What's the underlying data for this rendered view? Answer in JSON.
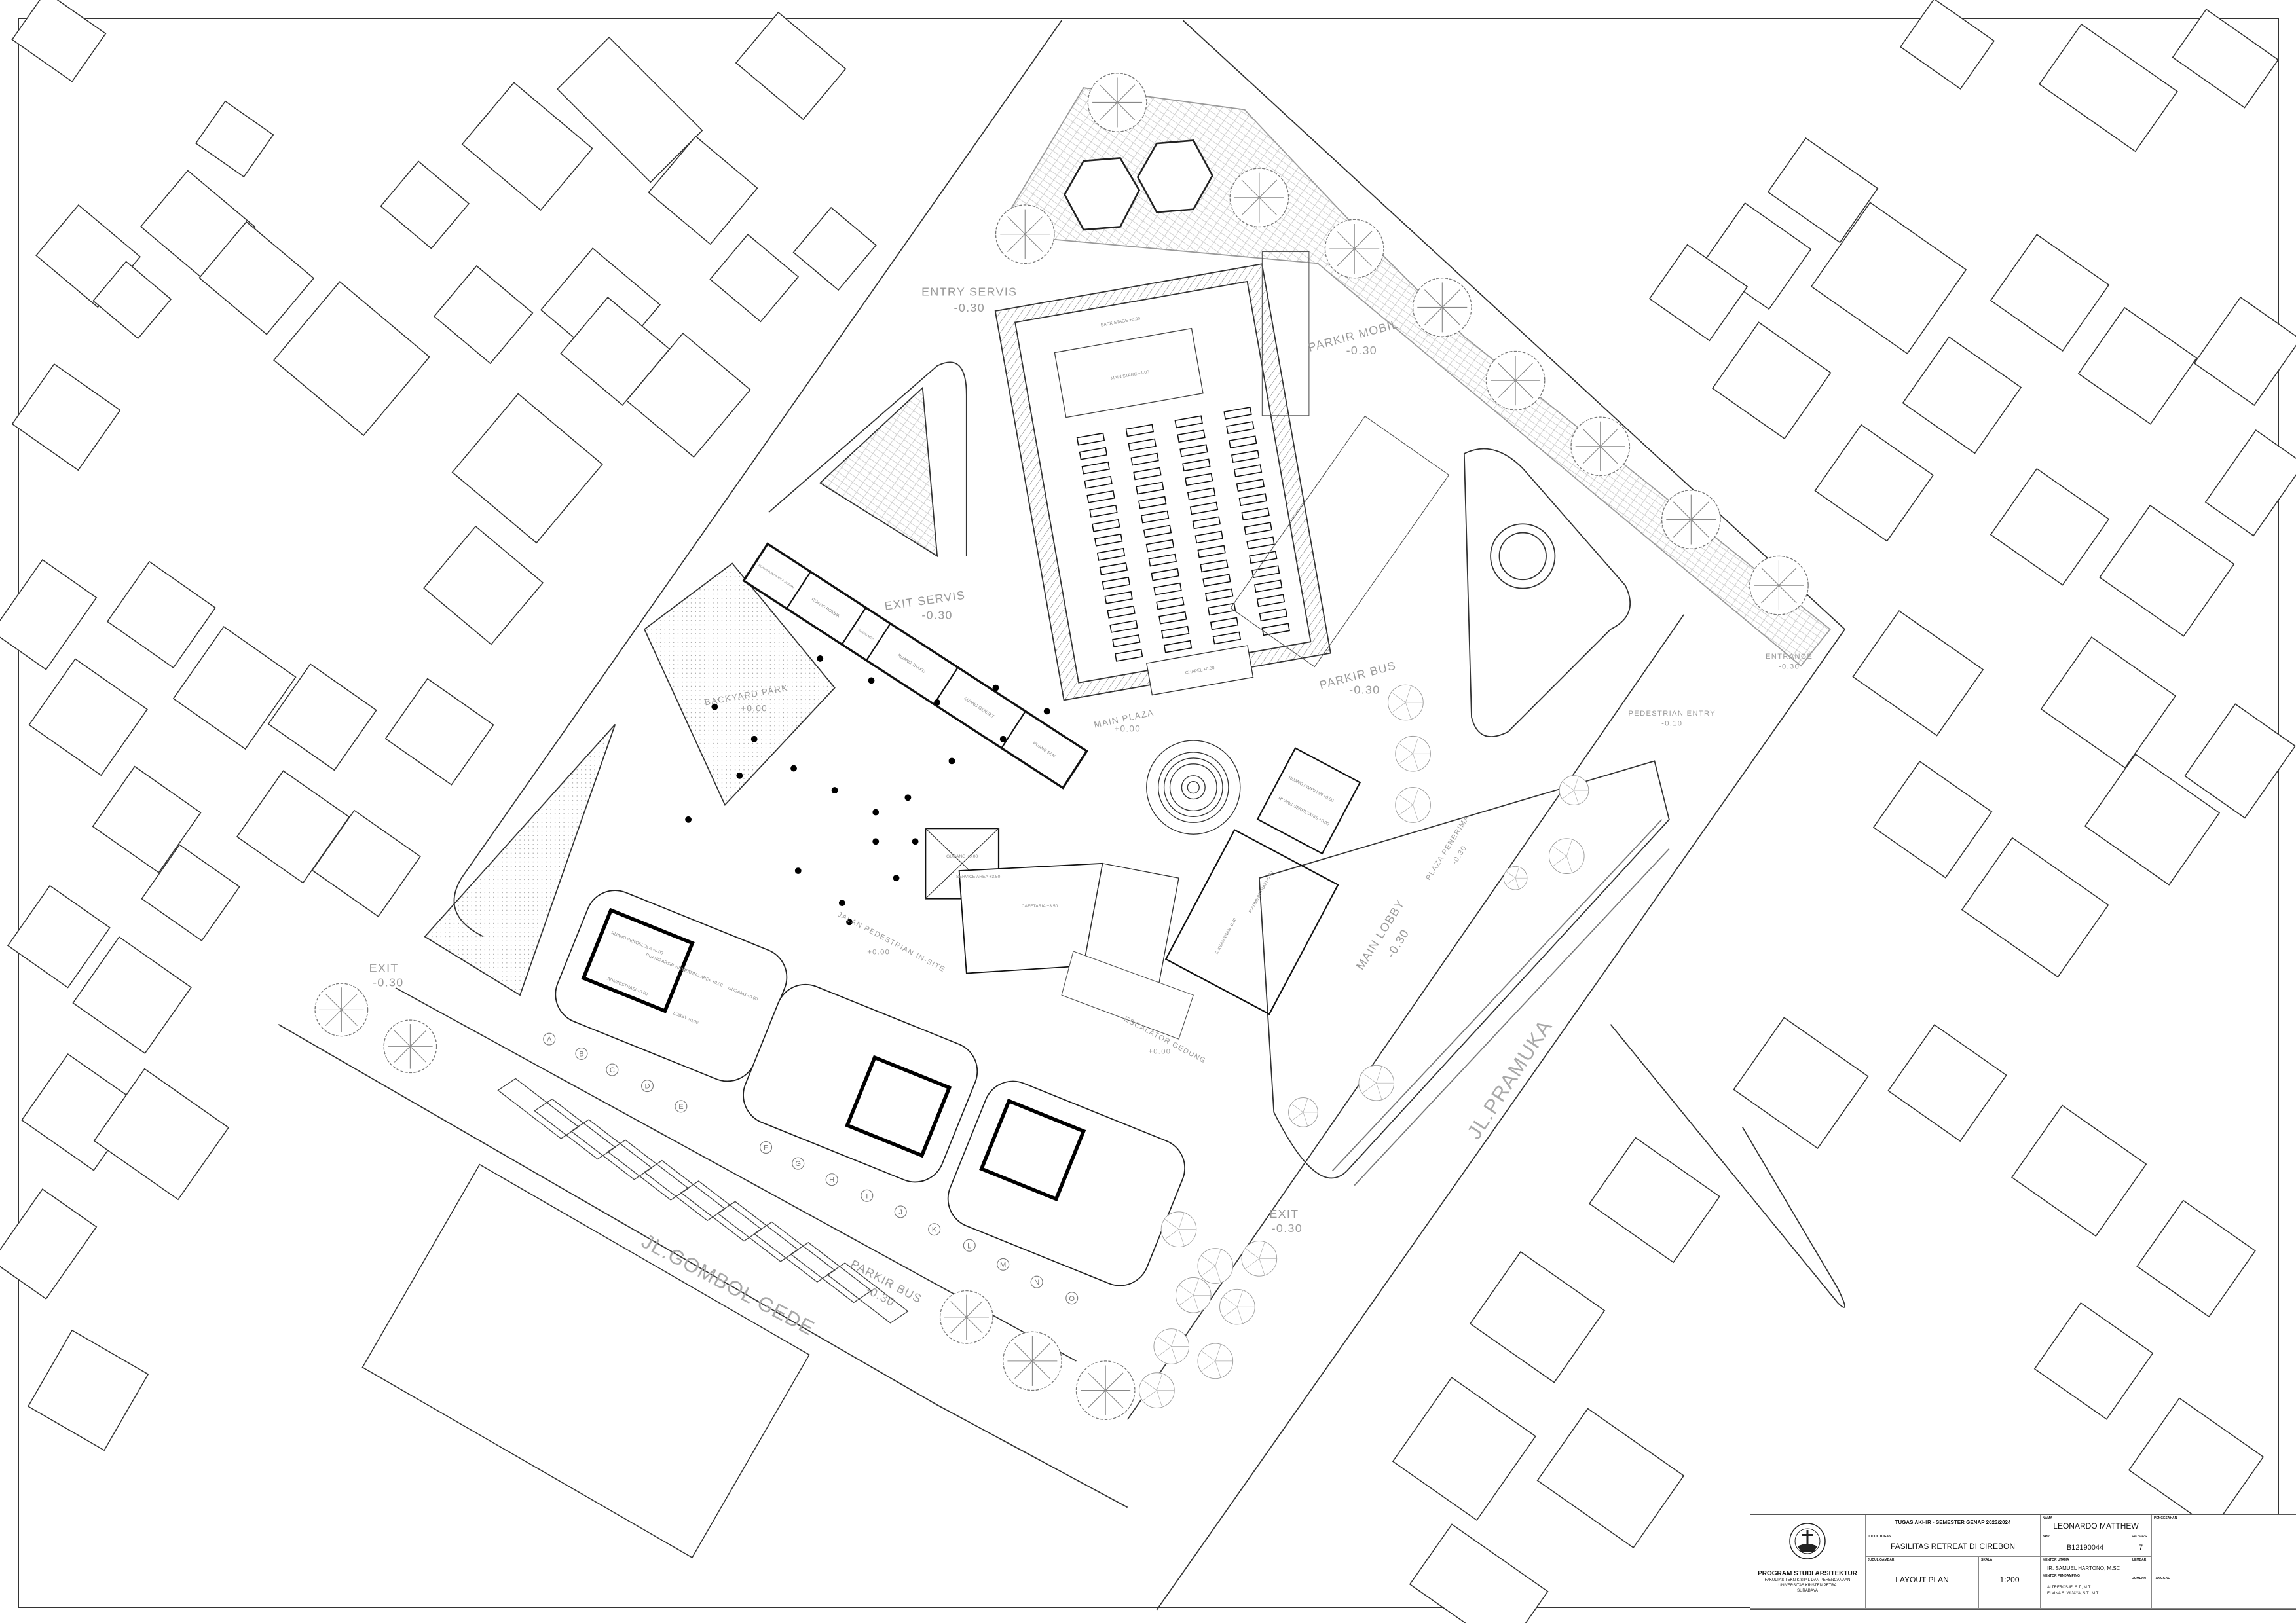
{
  "site_labels": {
    "entry_servis": "ENTRY SERVIS",
    "entry_servis_lvl": "-0.30",
    "parkir_mobil": "PARKIR MOBIL",
    "parkir_mobil_lvl": "-0.30",
    "exit_servis": "EXIT SERVIS",
    "exit_servis_lvl": "-0.30",
    "backyard_park": "BACKYARD PARK",
    "backyard_park_lvl": "+0.00",
    "parkir_bus_top": "PARKIR BUS",
    "parkir_bus_top_lvl": "-0.30",
    "main_plaza": "MAIN PLAZA",
    "main_plaza_lvl": "+0.00",
    "entrance": "ENTRANCE",
    "entrance_lvl": "-0.30",
    "pedestrian_entry": "PEDESTRIAN ENTRY",
    "pedestrian_entry_lvl": "-0.10",
    "main_lobby": "MAIN LOBBY",
    "main_lobby_lvl": "-0.30",
    "plaza_penerima": "PLAZA PENERIMA",
    "plaza_penerima_lvl": "-0.30",
    "jalan_pedestrian": "JALAN PEDESTRIAN IN-SITE",
    "jalan_pedestrian_lvl": "+0.00",
    "escalator": "ESCALATOR GEDUNG",
    "escalator_lvl": "+0.00",
    "exit_left": "EXIT",
    "exit_left_lvl": "-0.30",
    "exit_right": "EXIT",
    "exit_right_lvl": "-0.30",
    "parkir_bus_bottom": "PARKIR BUS",
    "parkir_bus_bottom_lvl": "-0.30",
    "jl_gombol_gede": "JL.GOMBOL GEDE",
    "jl_pramuka": "JL.PRAMUKA"
  },
  "rooms": {
    "back_stage": "BACK STAGE +0.00",
    "main_stage": "MAIN STAGE +1.00",
    "chapel": "CHAPEL +0.00",
    "ruang_pompa_hidran": "RUANG POMPA AIR & HIDRAN",
    "ruang_pompa": "RUANG POMPA",
    "ruang_mdp": "RUANG MDP",
    "ruang_trafo": "RUANG TRAFO",
    "ruang_genset": "RUANG GENSET",
    "ruang_pln": "RUANG PLN",
    "gudang": "GUDANG +0.00",
    "service_area": "SERVICE AREA +3.50",
    "cafetaria": "CAFETARIA +3.50",
    "ruang_pimpinan": "RUANG PIMPINAN +0.00",
    "ruang_sekretaris": "RUANG SEKRETARIS +0.00",
    "r_administrasi": "R.ADMINISTRASI -0.30",
    "r_keamanan": "R.KEAMANAN -0.30",
    "ruang_pengelola": "RUANG PENGELOLA +0.00",
    "ruang_arsip": "RUANG ARSIP +0.00",
    "seating_area": "SEATING AREA +0.00",
    "gudang_cottage": "GUDANG +0.00",
    "administrasi": "ADMINISTRASI +0.00",
    "lobby": "LOBBY +0.00"
  },
  "grid_markers": [
    "A",
    "B",
    "C",
    "D",
    "E",
    "F",
    "G",
    "H",
    "I",
    "J",
    "K",
    "L",
    "M",
    "N",
    "O"
  ],
  "title_block": {
    "logo_text": "UNIVERSITAS KRISTEN PETRA",
    "program": "PROGRAM STUDI ARSITEKTUR",
    "faculty": "FAKULTAS TEKNIK SIPIL DAN PERENCANAAN",
    "university": "UNIVERSITAS KRISTEN PETRA",
    "city": "SURABAYA",
    "header": "TUGAS AKHIR - SEMESTER GENAP 2023/2024",
    "judul_tugas_cap": "JUDUL TUGAS",
    "judul_tugas": "FASILITAS RETREAT DI CIREBON",
    "judul_gambar_cap": "JUDUL GAMBAR",
    "judul_gambar": "LAYOUT PLAN",
    "skala_cap": "SKALA",
    "skala": "1:200",
    "nama_cap": "NAMA",
    "nama": "LEONARDO MATTHEW",
    "nrp_cap": "NRP",
    "nrp": "B12190044",
    "kelompok_cap": "KELOMPOK",
    "kelompok": "7",
    "mentor_utama_cap": "MENTOR UTAMA",
    "mentor_utama": "IR. SAMUEL HARTONO, M.SC",
    "mentor_pendamping_cap": "MENTOR PENDAMPING",
    "mentor_pendamping_1": "ALTREROSJE, S.T., M.T.",
    "mentor_pendamping_2": "ELVINA S. WIJAYA, S.T., M.T.",
    "lembar_cap": "LEMBAR",
    "jumlah_cap": "JUMLAH",
    "pengesahan_cap": "PENGESAHAN",
    "tanggal_cap": "TANGGAL"
  }
}
